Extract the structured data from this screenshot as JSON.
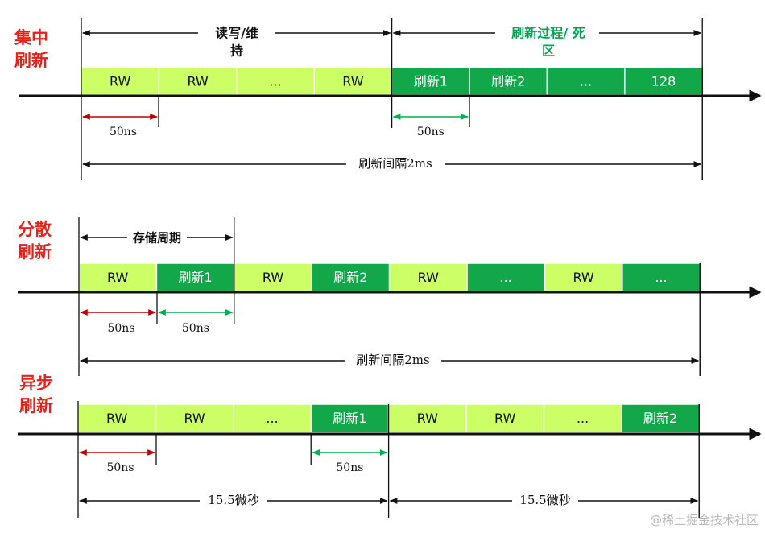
{
  "colors": {
    "light_green": "#ccff66",
    "dark_green": "#12a84a",
    "red_arrow": "#c00000",
    "green_arrow": "#00b050",
    "green_text": "#00a651",
    "title_red": "#e8221b",
    "axis": "#111111"
  },
  "sections": [
    {
      "title_line1": "集中",
      "title_line2": "刷新",
      "top_label": "读写/维\n持",
      "top_label_right": "刷新过程/ 死\n区",
      "cells": [
        {
          "label": "RW",
          "kind": "rw"
        },
        {
          "label": "RW",
          "kind": "rw"
        },
        {
          "label": "...",
          "kind": "rw"
        },
        {
          "label": "RW",
          "kind": "rw"
        },
        {
          "label": "刷新1",
          "kind": "refresh"
        },
        {
          "label": "刷新2",
          "kind": "refresh"
        },
        {
          "label": "...",
          "kind": "refresh"
        },
        {
          "label": "128",
          "kind": "refresh"
        }
      ],
      "measure_a": "50ns",
      "measure_b": "50ns",
      "bottom_span": "刷新间隔2ms"
    },
    {
      "title_line1": "分散",
      "title_line2": "刷新",
      "top_label": "存储周期",
      "cells": [
        {
          "label": "RW",
          "kind": "rw"
        },
        {
          "label": "刷新1",
          "kind": "refresh"
        },
        {
          "label": "RW",
          "kind": "rw"
        },
        {
          "label": "刷新2",
          "kind": "refresh"
        },
        {
          "label": "RW",
          "kind": "rw"
        },
        {
          "label": "...",
          "kind": "refresh"
        },
        {
          "label": "RW",
          "kind": "rw"
        },
        {
          "label": "...",
          "kind": "refresh"
        }
      ],
      "measure_a": "50ns",
      "measure_b": "50ns",
      "bottom_span": "刷新间隔2ms"
    },
    {
      "title_line1": "异步",
      "title_line2": "刷新",
      "cells": [
        {
          "label": "RW",
          "kind": "rw"
        },
        {
          "label": "RW",
          "kind": "rw"
        },
        {
          "label": "...",
          "kind": "rw"
        },
        {
          "label": "刷新1",
          "kind": "refresh"
        },
        {
          "label": "RW",
          "kind": "rw"
        },
        {
          "label": "RW",
          "kind": "rw"
        },
        {
          "label": "...",
          "kind": "rw"
        },
        {
          "label": "刷新2",
          "kind": "refresh"
        }
      ],
      "measure_a": "50ns",
      "measure_b": "50ns",
      "bottom_span_left": "15.5微秒",
      "bottom_span_right": "15.5微秒"
    }
  ],
  "watermark": "@稀土掘金技术社区"
}
